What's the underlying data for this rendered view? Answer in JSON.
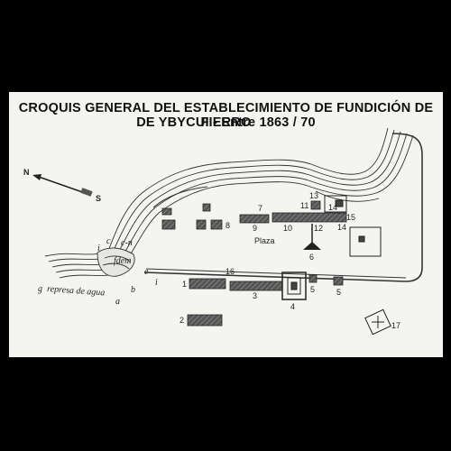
{
  "title": {
    "line1": "CROQUIS GENERAL DEL ESTABLECIMIENTO DE FUNDICIÓN DE FIERRO",
    "line2": "DE YBYCUI - Entre 1863 / 70"
  },
  "compass": {
    "north": "N",
    "south": "S"
  },
  "labels": {
    "plaza": "Plaza",
    "represa": "represa de agua",
    "g": "g",
    "a": "a",
    "b": "b",
    "c": "c",
    "c_n": "c-n",
    "e": "e",
    "i_left": "i",
    "i_right": "i",
    "fdem": "fdem",
    "road_num": "16"
  },
  "buildings": [
    "1",
    "2",
    "3",
    "4",
    "5",
    "5",
    "6",
    "7",
    "8",
    "9",
    "10",
    "11",
    "12",
    "13",
    "14",
    "14",
    "15",
    "17"
  ],
  "colors": {
    "background": "#000000",
    "paper": "#f4f4f1",
    "ink": "#222222"
  }
}
